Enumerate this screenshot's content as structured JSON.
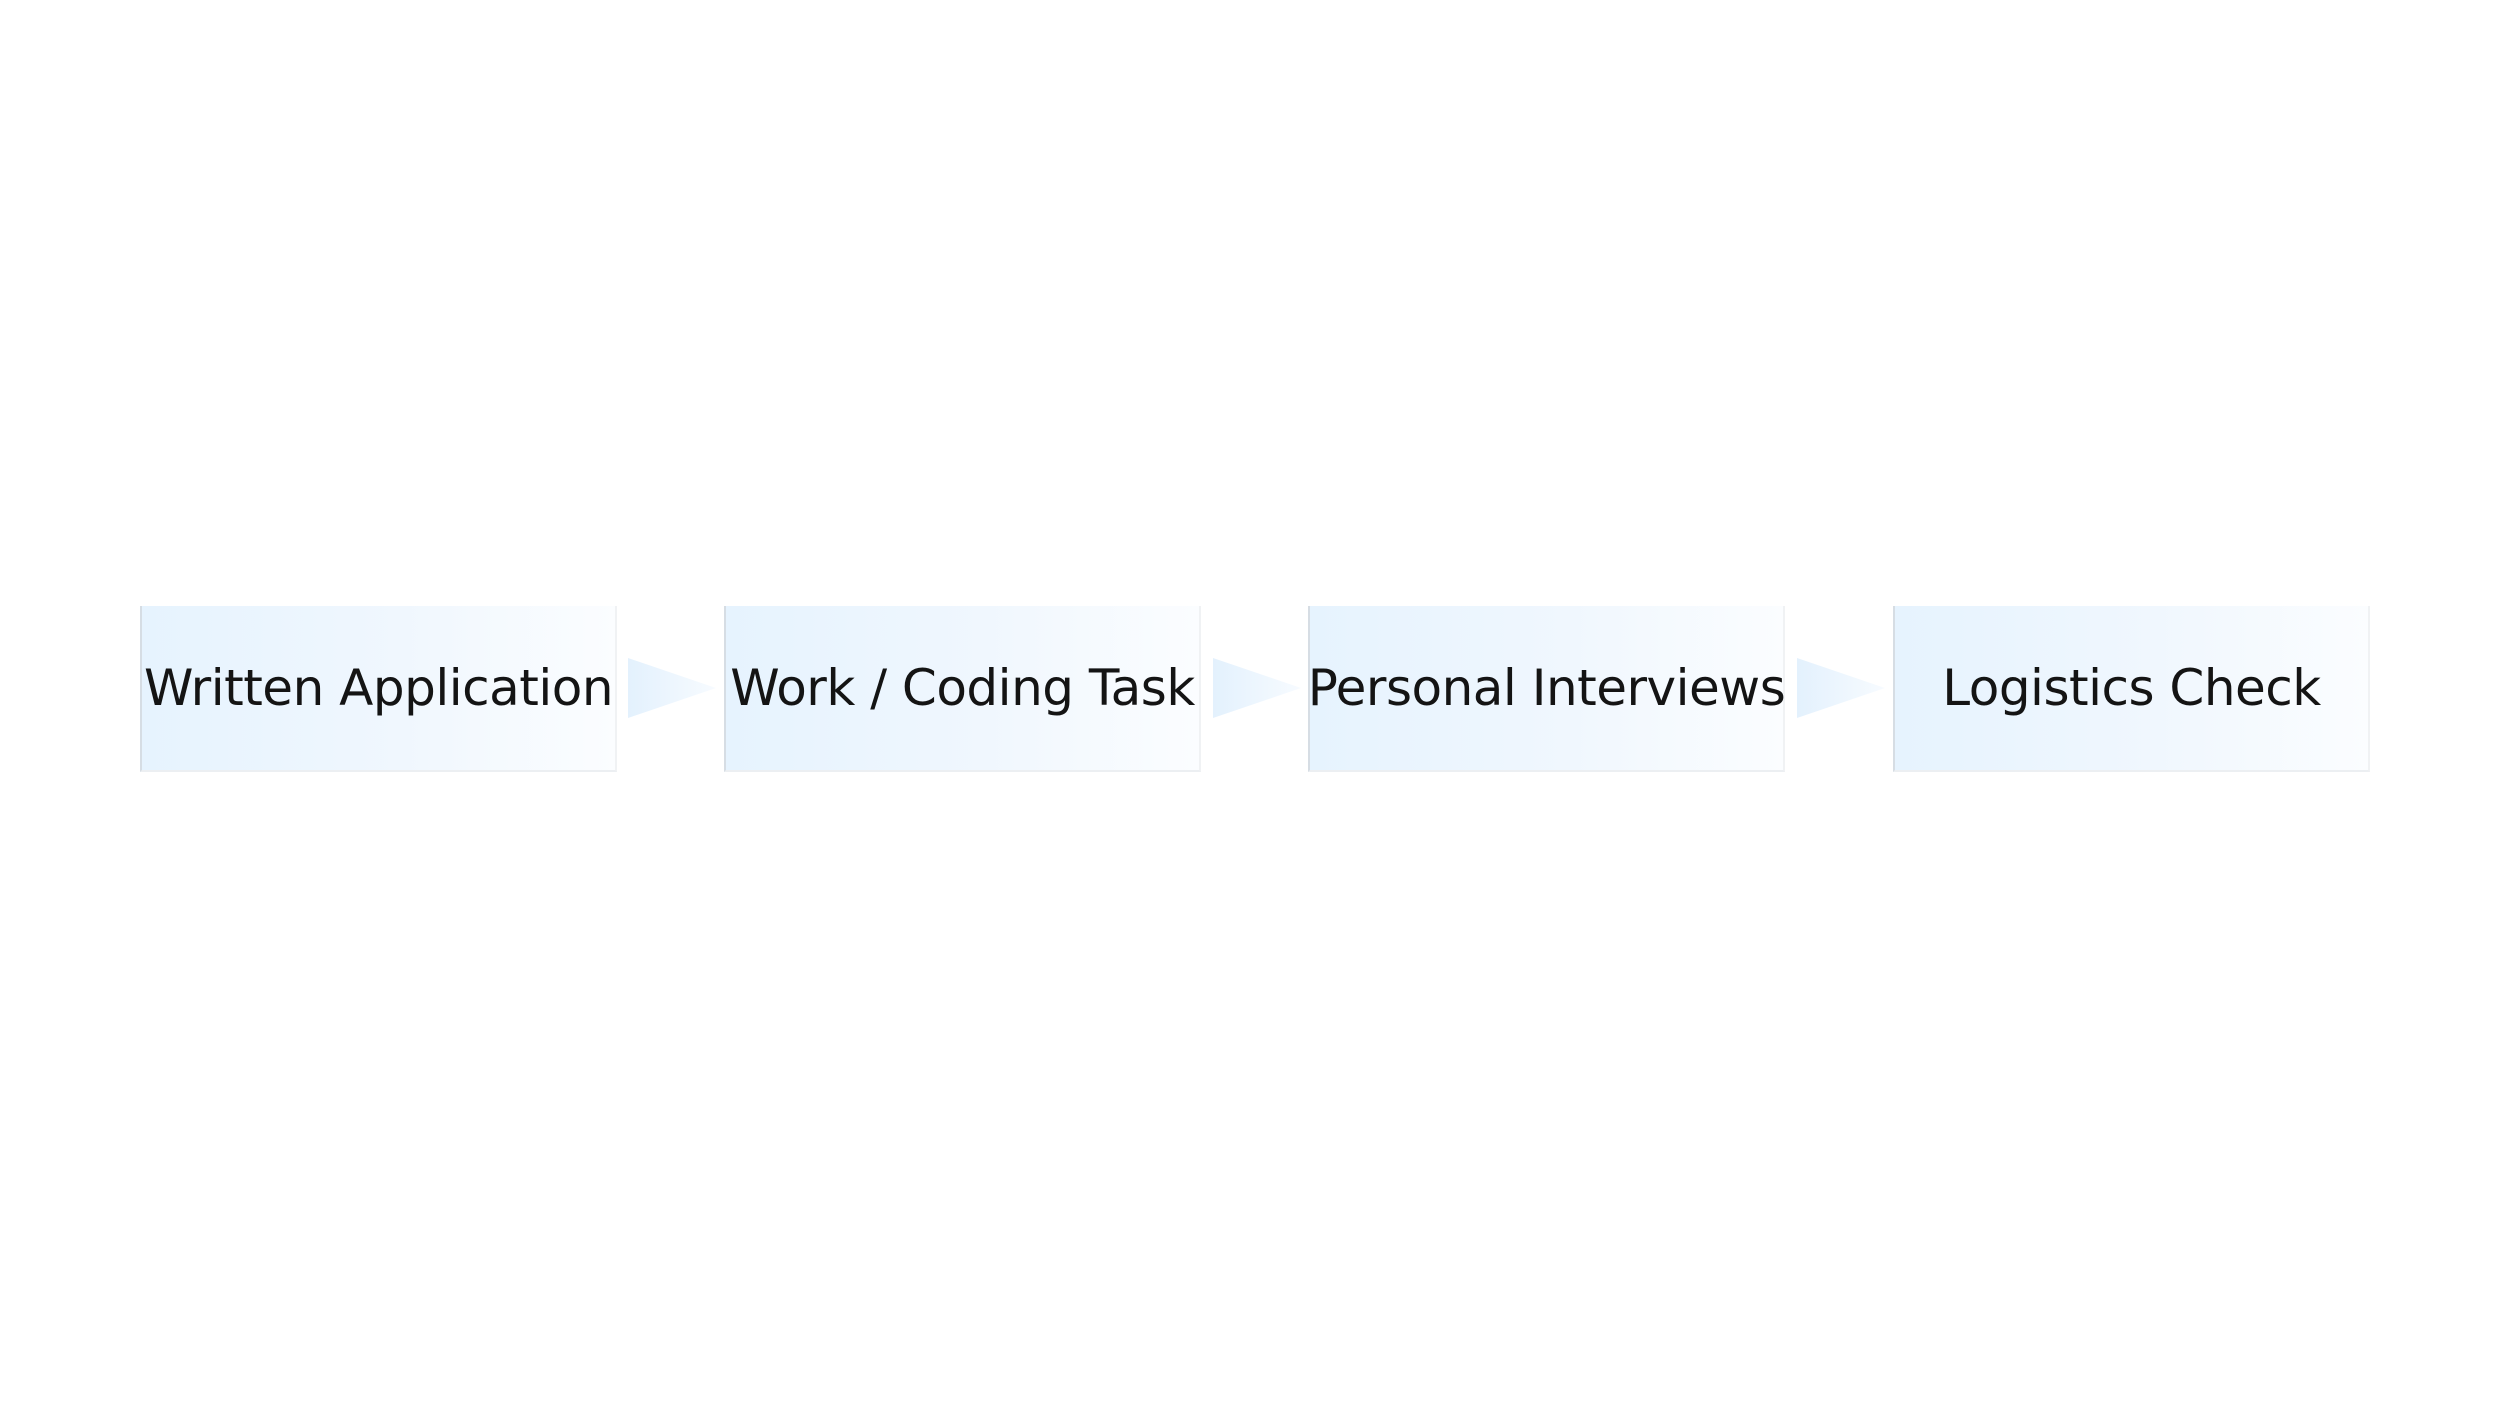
{
  "diagram": {
    "type": "process-flow",
    "colors": {
      "box_fill_start": "#e6f3fe",
      "box_fill_end": "#fbfdff",
      "arrow_fill": "#e6f3fe",
      "text": "#141414"
    },
    "steps": [
      {
        "label": "Written Application"
      },
      {
        "label": "Work / Coding Task"
      },
      {
        "label": "Personal Interviews"
      },
      {
        "label": "Logistics Check"
      }
    ]
  }
}
